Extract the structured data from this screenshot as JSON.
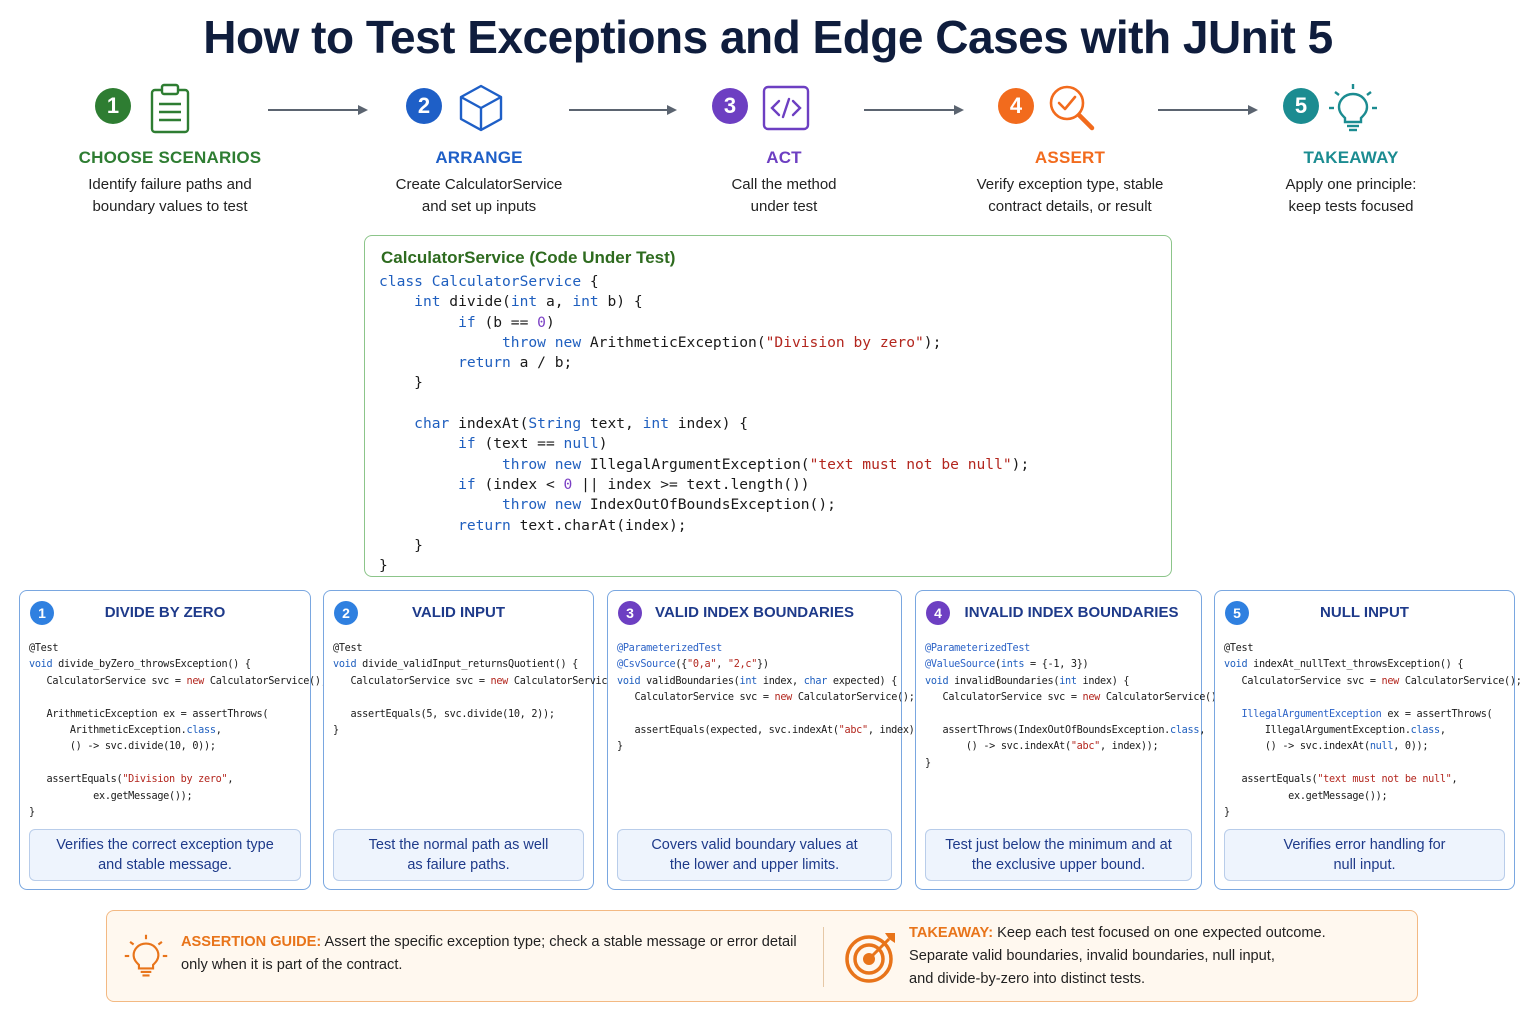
{
  "title": "How to Test Exceptions and Edge Cases with JUnit 5",
  "steps": [
    {
      "number": "1",
      "name": "CHOOSE SCENARIOS",
      "desc_line1": "Identify failure paths and",
      "desc_line2": "boundary values to test",
      "color": "#2e7d32",
      "icon": "clipboard-icon"
    },
    {
      "number": "2",
      "name": "ARRANGE",
      "desc_line1": "Create CalculatorService",
      "desc_line2": "and set up inputs",
      "color": "#1e5fc7",
      "icon": "cube-icon"
    },
    {
      "number": "3",
      "name": "ACT",
      "desc_line1": "Call the method",
      "desc_line2": "under test",
      "color": "#6d3fc2",
      "icon": "code-icon"
    },
    {
      "number": "4",
      "name": "ASSERT",
      "desc_line1": "Verify exception type, stable",
      "desc_line2": "contract details, or result",
      "color": "#f26b1d",
      "icon": "magnifier-check-icon"
    },
    {
      "number": "5",
      "name": "TAKEAWAY",
      "desc_line1": "Apply one principle:",
      "desc_line2": "keep tests focused",
      "color": "#1b8c91",
      "icon": "lightbulb-icon"
    }
  ],
  "code_under_test": {
    "title": "CalculatorService (Code Under Test)"
  },
  "cases": [
    {
      "number": "1",
      "name": "DIVIDE BY ZERO",
      "note_line1": "Verifies the correct exception type",
      "note_line2": "and stable message.",
      "badge_color": "#2f80e0"
    },
    {
      "number": "2",
      "name": "VALID INPUT",
      "note_line1": "Test the normal path as well",
      "note_line2": "as failure paths.",
      "badge_color": "#2f80e0"
    },
    {
      "number": "3",
      "name": "VALID INDEX BOUNDARIES",
      "note_line1": "Covers valid boundary values at",
      "note_line2": "the lower and upper limits.",
      "badge_color": "#6d3fc2"
    },
    {
      "number": "4",
      "name": "INVALID INDEX BOUNDARIES",
      "note_line1": "Test just below the minimum and at",
      "note_line2": "the exclusive upper bound.",
      "badge_color": "#6d3fc2"
    },
    {
      "number": "5",
      "name": "NULL INPUT",
      "note_line1": "Verifies error handling for",
      "note_line2": "null input.",
      "badge_color": "#2f80e0"
    }
  ],
  "assertion_guide": {
    "label": "ASSERTION GUIDE:",
    "line1": "Assert the specific exception type; check a stable message or error detail",
    "line2": "only when it is part of the contract."
  },
  "takeaway": {
    "label": "TAKEAWAY:",
    "line1": "Keep each test focused on one expected outcome.",
    "line2": "Separate valid boundaries, invalid boundaries, null input,",
    "line3": "and divide-by-zero into distinct tests."
  }
}
